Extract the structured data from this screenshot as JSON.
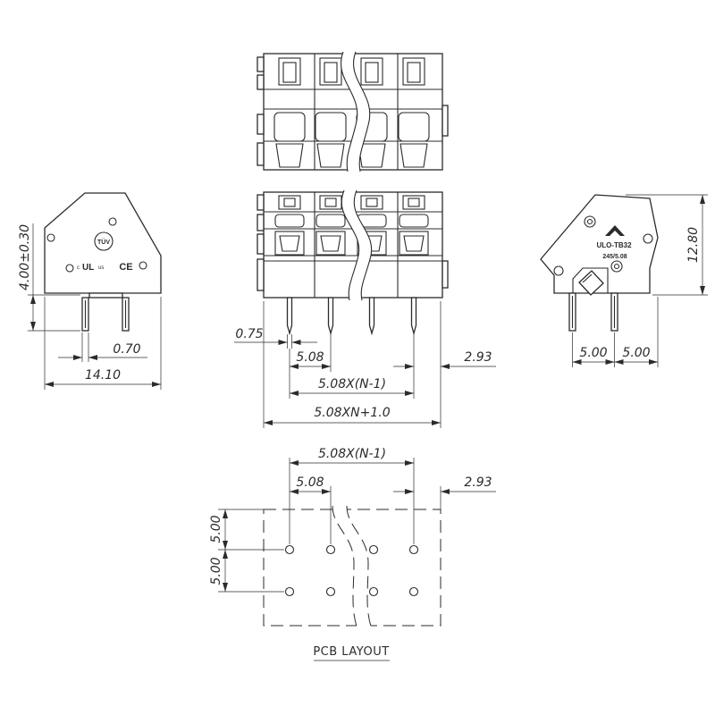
{
  "drawing": {
    "colors": {
      "line": "#2b2b2b",
      "background": "#ffffff"
    }
  },
  "left_side_view": {
    "pin_length": "4.00±0.30",
    "pin_width": "0.70",
    "width": "14.10",
    "logos": {
      "tuv": "TÜV",
      "ul_prefix": "c",
      "ul": "UL",
      "ul_suffix": "us",
      "ce": "CE"
    }
  },
  "front_view": {
    "pin_width": "0.75",
    "pitch": "5.08",
    "end_margin": "2.93",
    "pin_span": "5.08X(N-1)",
    "overall_length": "5.08XN+1.0"
  },
  "right_side_view": {
    "label_line1": "ULO-TB32",
    "label_line2": "245/5.08",
    "height": "12.80",
    "pin_spacing_left": "5.00",
    "pin_spacing_right": "5.00"
  },
  "pcb_layout": {
    "pin_span": "5.08X(N-1)",
    "pitch": "5.08",
    "end_margin": "2.93",
    "row_spacing_top": "5.00",
    "row_spacing_bottom": "5.00",
    "title": "PCB LAYOUT"
  }
}
